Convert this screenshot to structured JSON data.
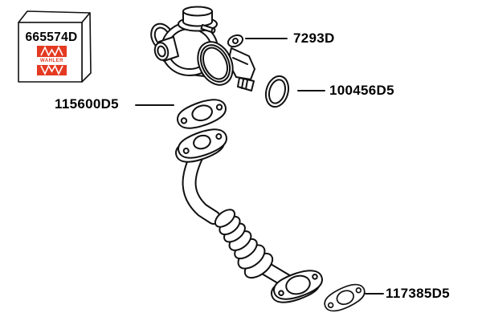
{
  "brand_box": {
    "part_number": "665574D",
    "brand_name": "WAHLER"
  },
  "labels": {
    "valve": "7293D",
    "oring": "100456D5",
    "gasket_upper": "115600D5",
    "gasket_lower": "117385D5"
  },
  "colors": {
    "line": "#111111",
    "brand_red": "#e43a22",
    "background": "#ffffff"
  }
}
